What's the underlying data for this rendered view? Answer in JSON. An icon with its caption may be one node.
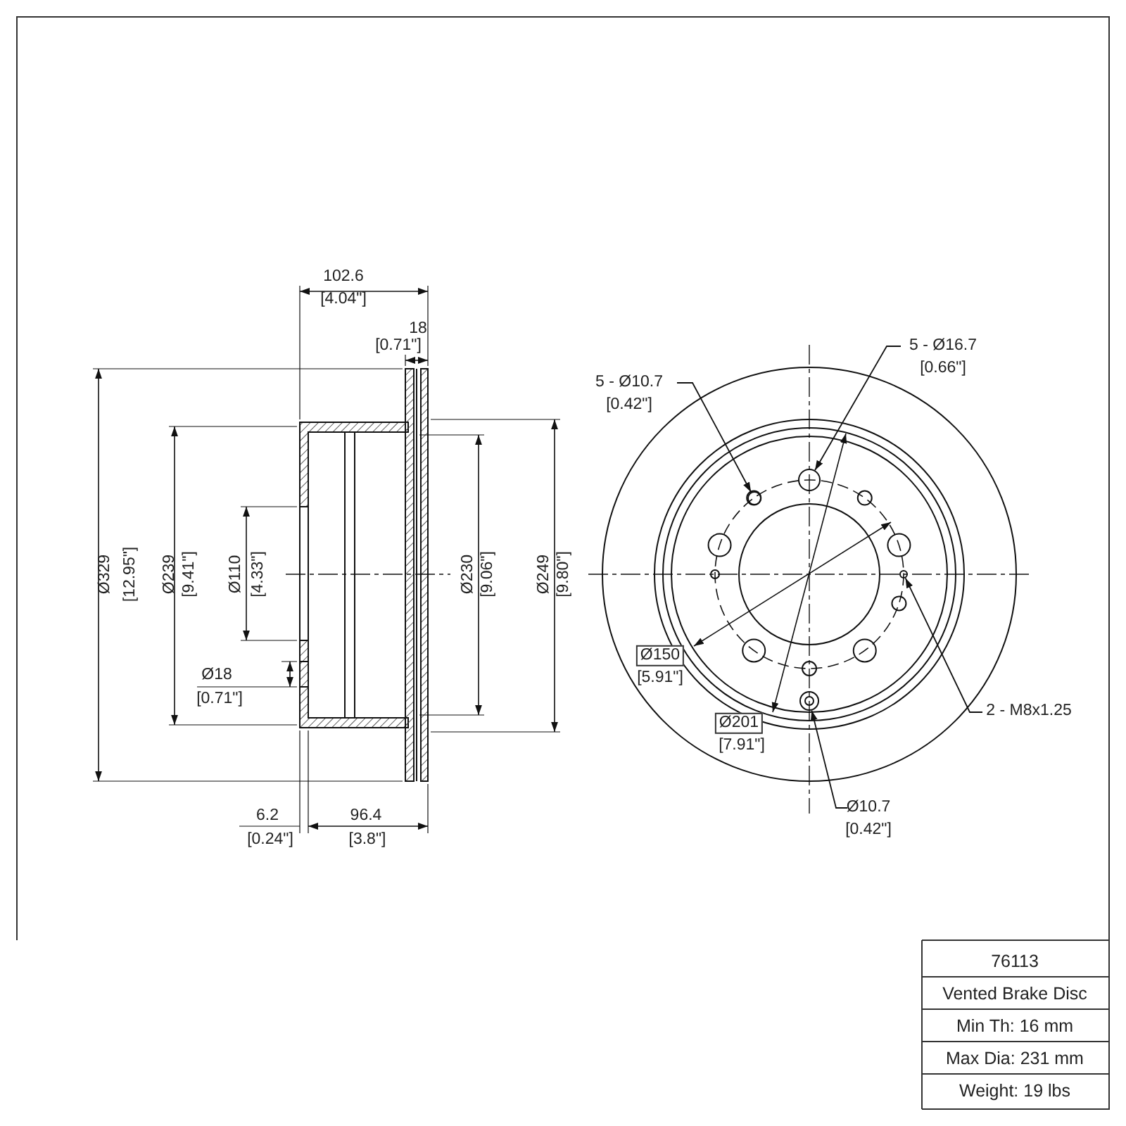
{
  "diagram": {
    "nodes": [
      {
        "text": [
          "5 - Ø10.7",
          "[0.42\"]"
        ]
      },
      {
        "text": [],
        "shape": "circle"
      },
      {
        "text": [
          "5 - Ø16.7",
          "[0.66\"]"
        ]
      },
      {
        "text": [],
        "shape": "circle"
      },
      {
        "text": [
          "2 - M8x1.25"
        ]
      },
      {
        "text": [],
        "shape": "circle"
      },
      {
        "text": [
          "Ø10.7",
          "[0.42\"]"
        ]
      },
      {
        "text": [],
        "shape": "circle"
      }
    ],
    "edges": [
      {
        "from": 0,
        "to": 1,
        "arrow": "to"
      },
      {
        "from": 2,
        "to": 3,
        "arrow": "to"
      },
      {
        "from": 4,
        "to": 5,
        "arrow": "to"
      },
      {
        "from": 6,
        "to": 7,
        "arrow": "to"
      }
    ],
    "labels": [
      "102.6",
      "[4.04\"]",
      "18",
      "[0.71\"]",
      "Ø329",
      "[12.95\"]",
      "Ø239",
      "[9.41\"]",
      "Ø110",
      "[4.33\"]",
      "Ø230",
      "[9.06\"]",
      "Ø249",
      "[9.80\"]",
      "Ø18",
      "[0.71\"]",
      "Ø150",
      "[5.91\"]",
      "Ø201",
      "[7.91\"]",
      "6.2",
      "[0.24\"]",
      "96.4",
      "[3.8\"]",
      "76113",
      "Vented Brake Disc",
      "Min Th: 16 mm",
      "Max Dia: 231 mm",
      "Weight: 19 lbs"
    ]
  }
}
